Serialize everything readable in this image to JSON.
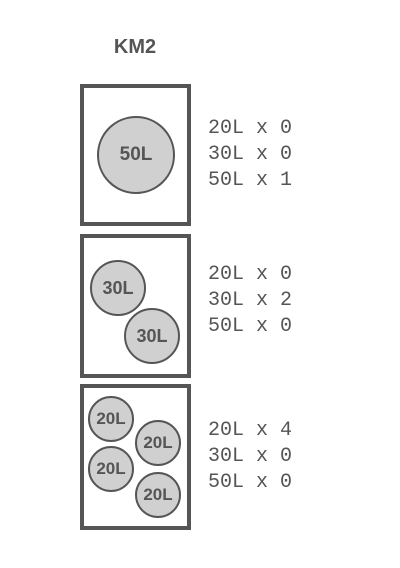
{
  "title": "KM2",
  "configurations": [
    {
      "circles": [
        "50L"
      ],
      "counts": [
        "20L x 0",
        "30L x 0",
        "50L x 1"
      ]
    },
    {
      "circles": [
        "30L",
        "30L"
      ],
      "counts": [
        "20L x 0",
        "30L x 2",
        "50L x 0"
      ]
    },
    {
      "circles": [
        "20L",
        "20L",
        "20L",
        "20L"
      ],
      "counts": [
        "20L x 4",
        "30L x 0",
        "50L x 0"
      ]
    }
  ],
  "colors": {
    "stroke": "#555555",
    "circle_fill": "#d0d0d0",
    "background": "#ffffff"
  }
}
